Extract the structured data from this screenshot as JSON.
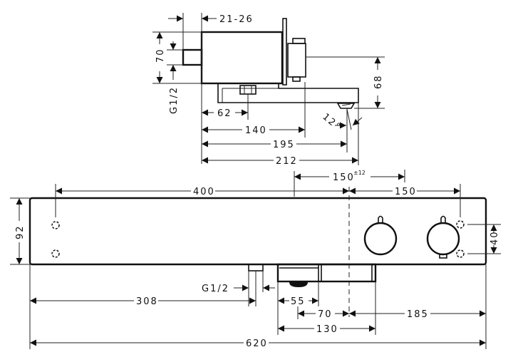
{
  "drawing": {
    "title": "Thermostat technical dimension drawing",
    "side_view": {
      "labels": {
        "wall_depth": "21-26",
        "height": "70",
        "thread": "G1/2",
        "spout_height": "68",
        "outlet_offset": "62",
        "body_depth": "140",
        "spout_reach": "195",
        "total_depth": "212",
        "angle": "12°"
      }
    },
    "front_view": {
      "labels": {
        "hole_spacing": "400",
        "connection_spacing": "150",
        "connection_tolerance": "±12",
        "right_offset": "150",
        "height": "92",
        "hole_vertical": "40",
        "thread": "G1/2",
        "left_to_inlet": "308",
        "outlet_width": "55",
        "outlet_to_center": "70",
        "center_to_right": "185",
        "shelf_width": "130",
        "total_width": "620"
      }
    }
  }
}
